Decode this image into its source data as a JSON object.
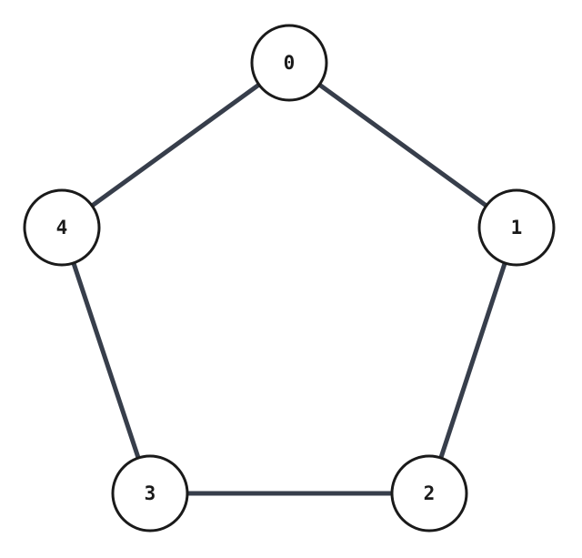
{
  "graph": {
    "nodes": [
      {
        "id": "0",
        "label": "0"
      },
      {
        "id": "1",
        "label": "1"
      },
      {
        "id": "2",
        "label": "2"
      },
      {
        "id": "3",
        "label": "3"
      },
      {
        "id": "4",
        "label": "4"
      }
    ],
    "edges": [
      {
        "from": "0",
        "to": "1"
      },
      {
        "from": "1",
        "to": "2"
      },
      {
        "from": "2",
        "to": "3"
      },
      {
        "from": "3",
        "to": "4"
      },
      {
        "from": "4",
        "to": "0"
      }
    ],
    "colors": {
      "edge": "#373e4b",
      "node_stroke": "#1a1a1a",
      "node_fill": "#ffffff",
      "label": "#1a1a1a"
    }
  }
}
